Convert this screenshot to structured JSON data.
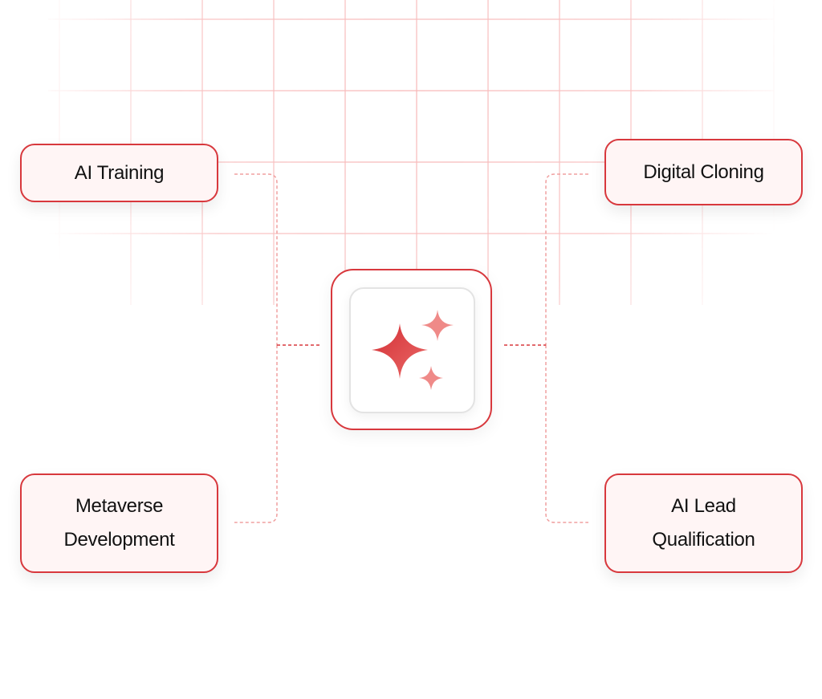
{
  "nodes": {
    "ai_training": "AI Training",
    "digital_cloning": "Digital Cloning",
    "metaverse_development": "Metaverse Development",
    "ai_lead_qualification": "AI Lead Qualification"
  },
  "hub": {
    "icon": "sparkles-icon"
  },
  "colors": {
    "accent": "#d8383d",
    "node_bg": "#fff5f5",
    "grid": "#f6b8b8",
    "sparkle_light": "#ef8a88"
  }
}
